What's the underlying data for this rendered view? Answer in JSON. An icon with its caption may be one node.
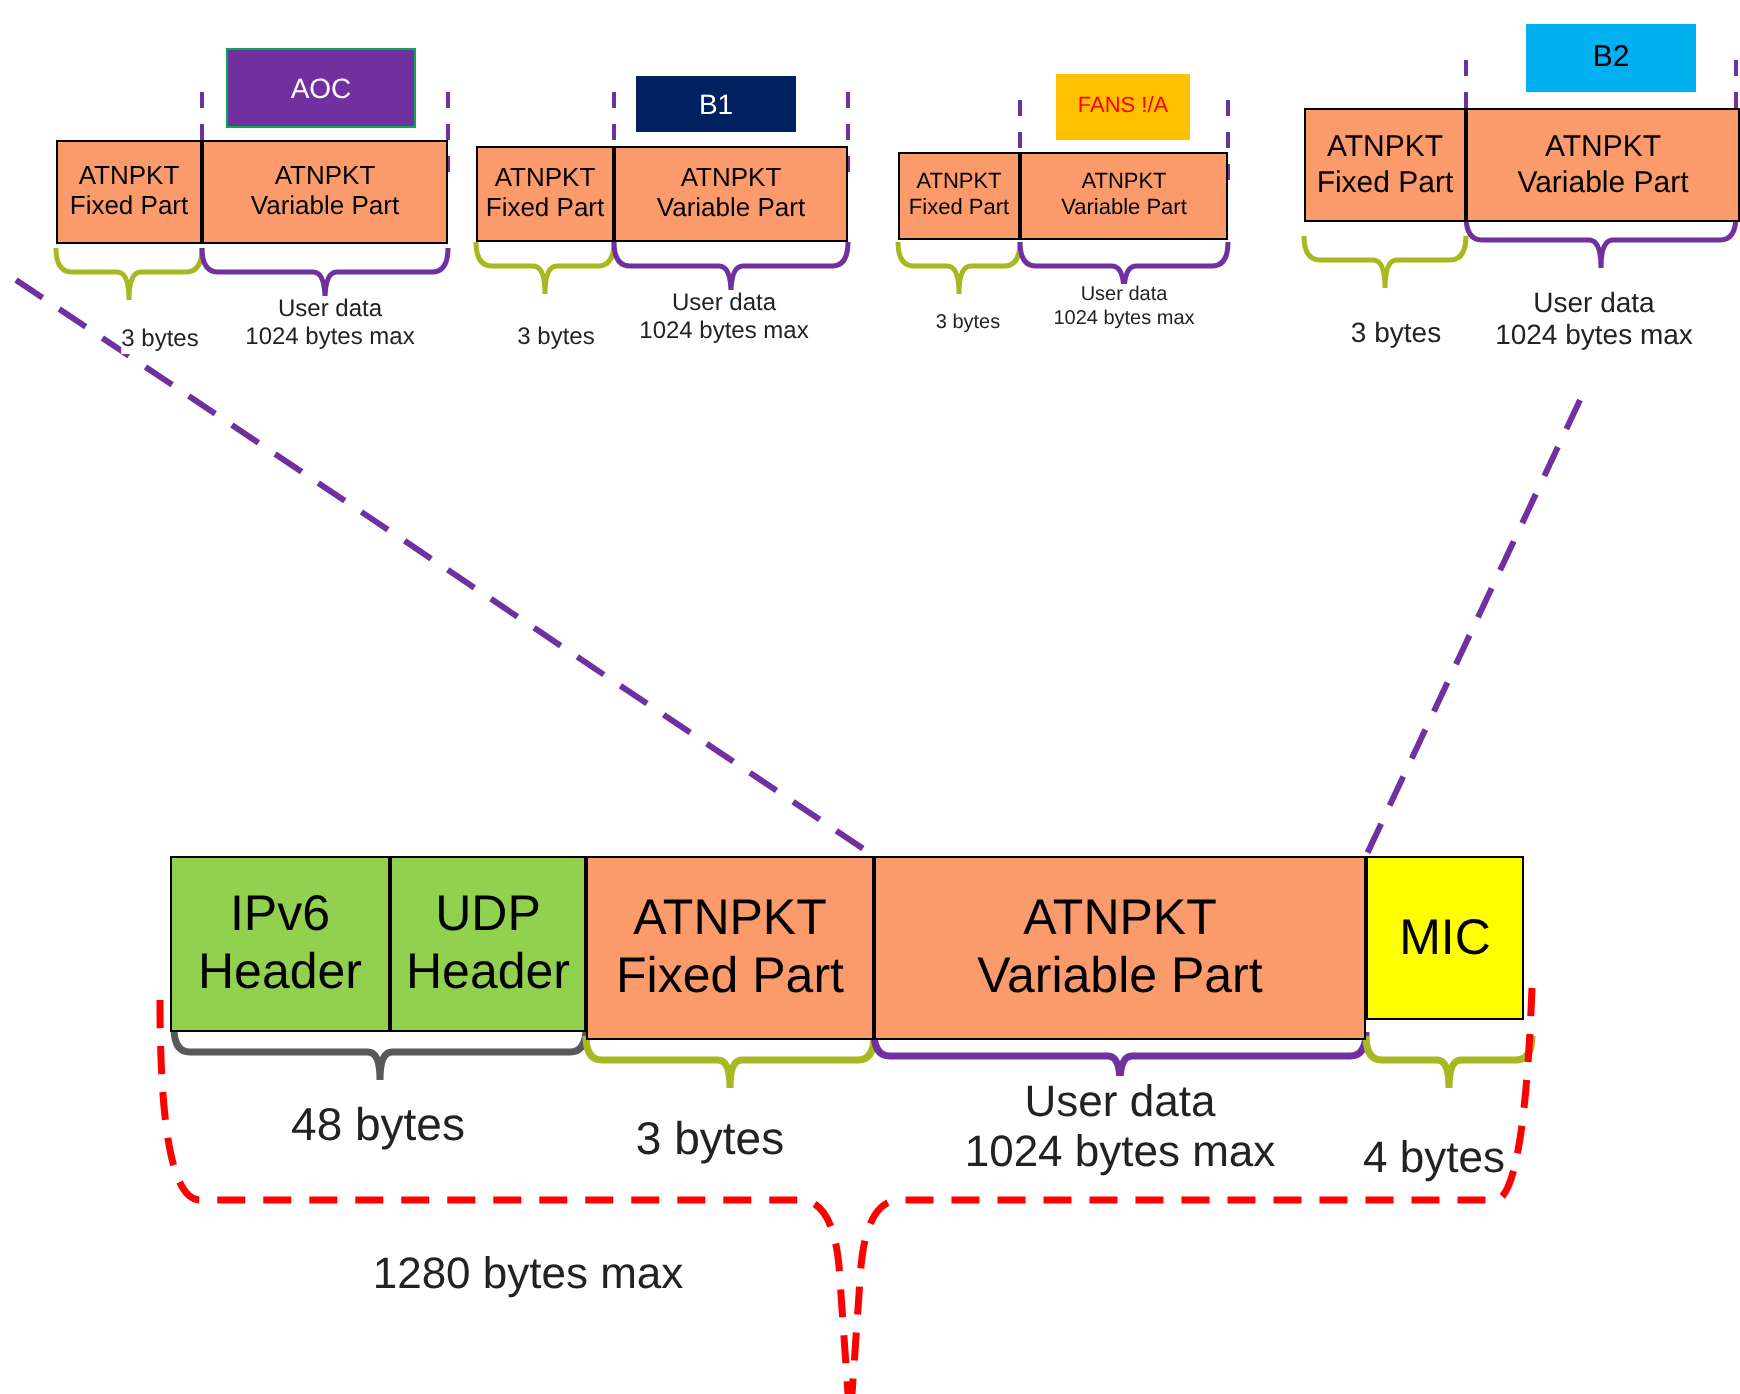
{
  "diagram": {
    "nodes": [
      {
        "text": [
          "AOC"
        ]
      },
      {
        "text": [
          "B1"
        ]
      },
      {
        "text": [
          "FANS !/A"
        ]
      },
      {
        "text": [
          "B2"
        ]
      },
      {
        "text": [
          "ATNPKT Fixed Part"
        ]
      },
      {
        "text": [
          "ATNPKT Variable Part"
        ]
      },
      {
        "text": [
          "ATNPKT Fixed Part"
        ]
      },
      {
        "text": [
          "ATNPKT Variable Part"
        ]
      },
      {
        "text": [
          "ATNPKT Fixed Part"
        ]
      },
      {
        "text": [
          "ATNPKT Variable Part"
        ]
      },
      {
        "text": [
          "ATNPKT Fixed Part"
        ]
      },
      {
        "text": [
          "ATNPKT Variable Part"
        ]
      },
      {
        "text": [
          "IPv6 Header"
        ]
      },
      {
        "text": [
          "UDP Header"
        ]
      },
      {
        "text": [
          "ATNPKT Fixed Part"
        ]
      },
      {
        "text": [
          "ATNPKT Variable Part"
        ]
      },
      {
        "text": [
          "MIC"
        ]
      }
    ],
    "edges": [
      {
        "from": null,
        "to": 15,
        "arrow": "none",
        "style": "dashed"
      },
      {
        "from": null,
        "to": 15,
        "arrow": "none",
        "style": "dashed"
      }
    ],
    "labels": [
      "3 bytes",
      "User data 1024 bytes max",
      "3 bytes",
      "User data 1024 bytes max",
      "3 bytes",
      "User data 1024 bytes max",
      "3 bytes",
      "User data 1024 bytes max",
      "48 bytes",
      "3 bytes",
      "User data 1024 bytes max",
      "4 bytes",
      "1280 bytes max"
    ]
  }
}
